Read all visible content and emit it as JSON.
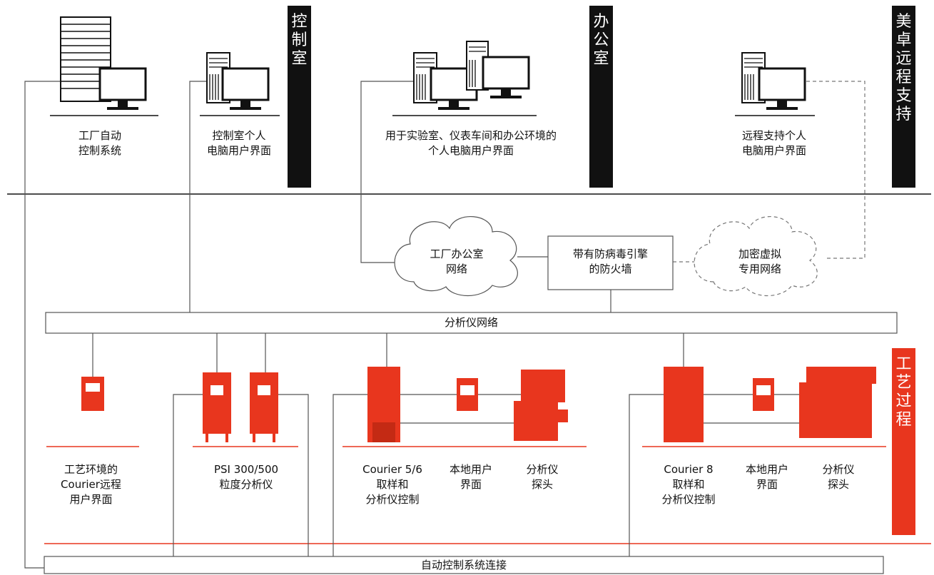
{
  "zones": {
    "control_room": [
      "控",
      "制",
      "室"
    ],
    "office": [
      "办",
      "公",
      "室"
    ],
    "remote_support": [
      "美",
      "卓",
      "远",
      "程",
      "支",
      "持"
    ],
    "process": [
      "工",
      "艺",
      "过",
      "程"
    ]
  },
  "devices_top": {
    "factory_automation": [
      "工厂自动",
      "控制系统"
    ],
    "control_room_pc": [
      "控制室个人",
      "电脑用户界面"
    ],
    "office_pc": [
      "用于实验室、仪表车间和办公环境的",
      "个人电脑用户界面"
    ],
    "remote_pc": [
      "远程支持个人",
      "电脑用户界面"
    ]
  },
  "network": {
    "factory_office_network": [
      "工厂办公室",
      "网络"
    ],
    "firewall": [
      "带有防病毒引擎",
      "的防火墙"
    ],
    "vpn": [
      "加密虚拟",
      "专用网络"
    ],
    "analyzer_network": "分析仪网络",
    "automation_connection": "自动控制系统连接"
  },
  "devices_bottom": {
    "courier_remote_ui": [
      "工艺环境的",
      "Courier远程",
      "用户界面"
    ],
    "psi": [
      "PSI 300/500",
      "粒度分析仪"
    ],
    "courier56": [
      "Courier 5/6",
      "取样和",
      "分析仪控制"
    ],
    "local_ui_1": [
      "本地用户",
      "界面"
    ],
    "probe_1": [
      "分析仪",
      "探头"
    ],
    "courier8": [
      "Courier 8",
      "取样和",
      "分析仪控制"
    ],
    "local_ui_2": [
      "本地用户",
      "界面"
    ],
    "probe_2": [
      "分析仪",
      "探头"
    ]
  },
  "colors": {
    "accent": "#e8361e",
    "dark": "#111111",
    "line": "#555555"
  }
}
